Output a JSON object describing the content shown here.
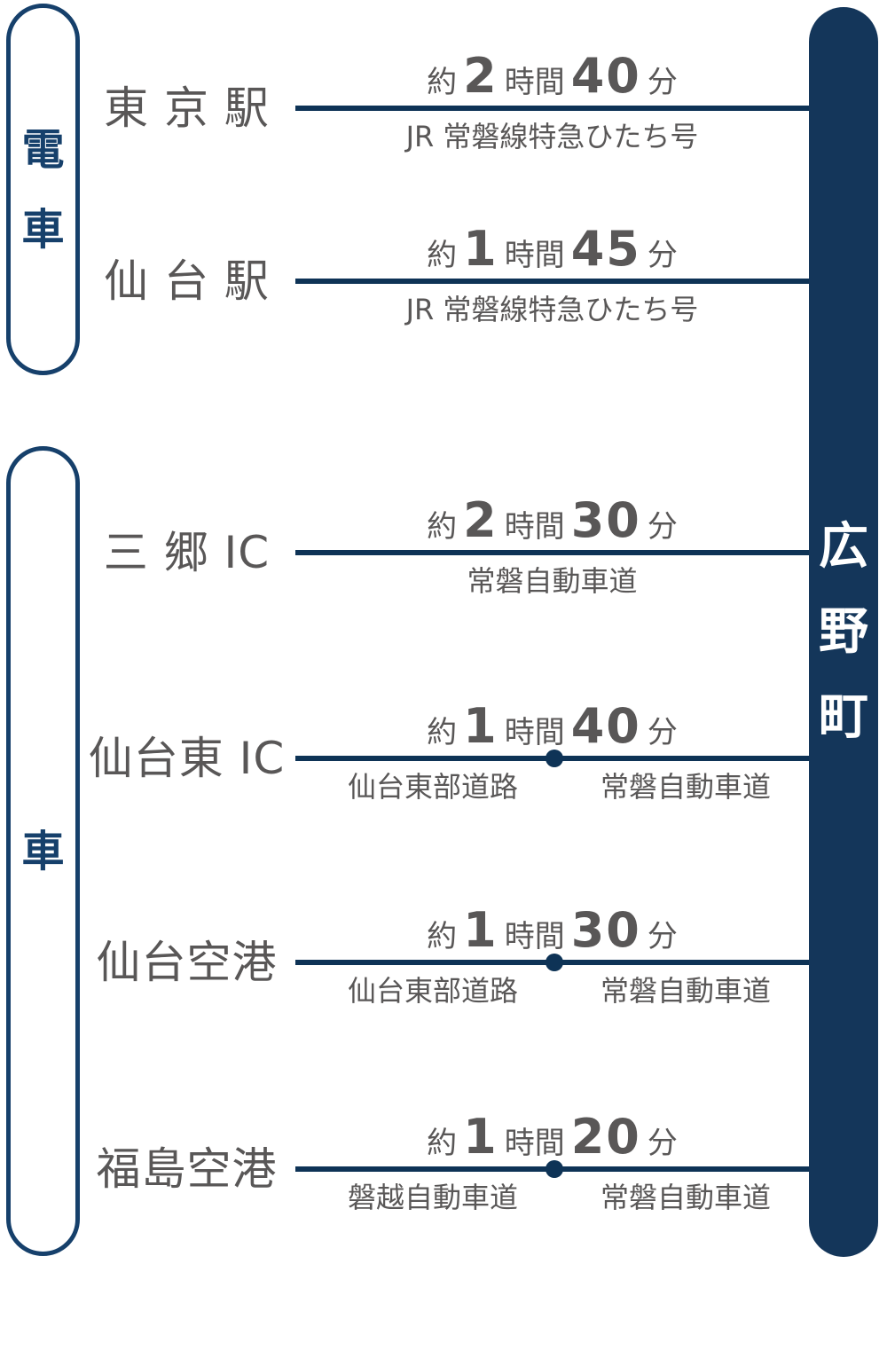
{
  "destination": {
    "name": "広野町",
    "chars": [
      "広",
      "野",
      "町"
    ]
  },
  "sections": {
    "train": {
      "label": "電車",
      "chars": [
        "電",
        "車"
      ]
    },
    "car": {
      "label": "車",
      "chars": [
        "車"
      ]
    }
  },
  "routes": [
    {
      "origin": "東 京 駅",
      "approx": "約",
      "hours": "2",
      "hours_unit": "時間",
      "minutes": "40",
      "minutes_unit": "分",
      "roads": [
        "JR 常磐線特急ひたち号"
      ]
    },
    {
      "origin": "仙 台 駅",
      "approx": "約",
      "hours": "1",
      "hours_unit": "時間",
      "minutes": "45",
      "minutes_unit": "分",
      "roads": [
        "JR 常磐線特急ひたち号"
      ]
    },
    {
      "origin": "三 郷 IC",
      "approx": "約",
      "hours": "2",
      "hours_unit": "時間",
      "minutes": "30",
      "minutes_unit": "分",
      "roads": [
        "常磐自動車道"
      ]
    },
    {
      "origin": "仙台東 IC",
      "approx": "約",
      "hours": "1",
      "hours_unit": "時間",
      "minutes": "40",
      "minutes_unit": "分",
      "roads": [
        "仙台東部道路",
        "常磐自動車道"
      ]
    },
    {
      "origin": "仙台空港",
      "approx": "約",
      "hours": "1",
      "hours_unit": "時間",
      "minutes": "30",
      "minutes_unit": "分",
      "roads": [
        "仙台東部道路",
        "常磐自動車道"
      ]
    },
    {
      "origin": "福島空港",
      "approx": "約",
      "hours": "1",
      "hours_unit": "時間",
      "minutes": "20",
      "minutes_unit": "分",
      "roads": [
        "磐越自動車道",
        "常磐自動車道"
      ]
    }
  ],
  "colors": {
    "navy_bar": "#14365A",
    "navy_line": "#0E3356",
    "navy_border": "#16406B",
    "text_gray": "#595757",
    "white": "#FFFFFF"
  }
}
